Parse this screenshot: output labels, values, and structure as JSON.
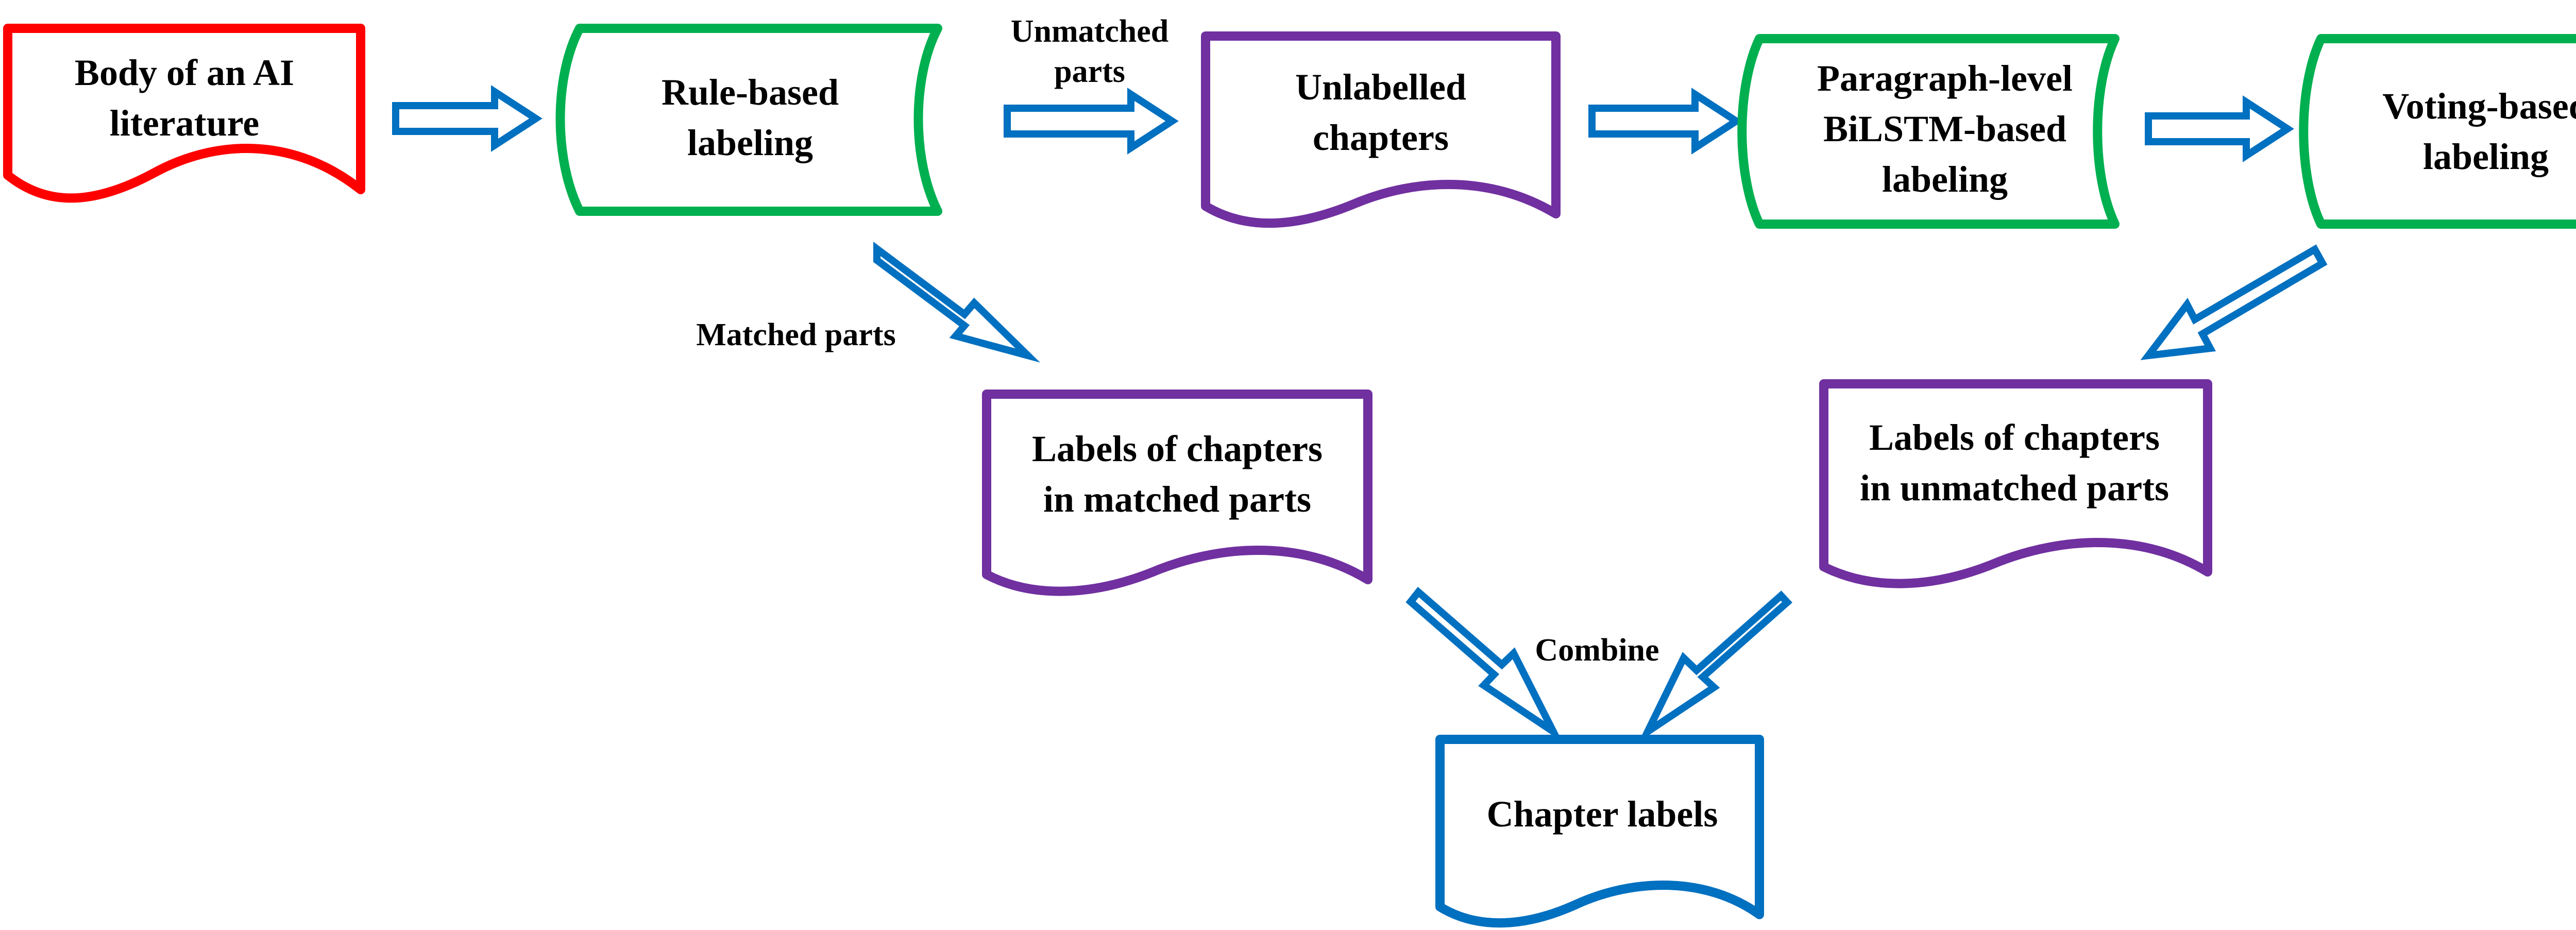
{
  "colors": {
    "input": "#ff0000",
    "process": "#00b050",
    "data": "#7030a0",
    "output": "#0070c0",
    "arrow": "#0070c0",
    "text": "#000000"
  },
  "nodes": {
    "body": {
      "lines": [
        "Body of an AI",
        "literature"
      ]
    },
    "rule": {
      "lines": [
        "Rule-based",
        "labeling"
      ]
    },
    "unlabelled": {
      "lines": [
        "Unlabelled",
        "chapters"
      ]
    },
    "bilstm": {
      "lines": [
        "Paragraph-level",
        "BiLSTM-based",
        "labeling"
      ]
    },
    "voting": {
      "lines": [
        "Voting-based",
        "labeling"
      ]
    },
    "matched_labels": {
      "lines": [
        "Labels of chapters",
        "in matched parts"
      ]
    },
    "unmatched_labels": {
      "lines": [
        "Labels of chapters",
        "in unmatched parts"
      ]
    },
    "chapter_labels": {
      "lines": [
        "Chapter labels"
      ]
    }
  },
  "edge_labels": {
    "unmatched": [
      "Unmatched",
      "parts"
    ],
    "matched": [
      "Matched parts"
    ],
    "combine": [
      "Combine"
    ]
  }
}
